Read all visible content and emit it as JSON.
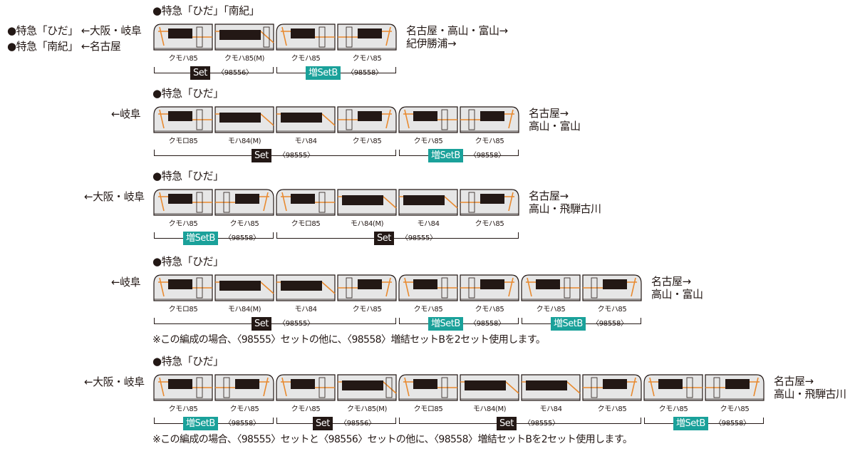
{
  "colors": {
    "orange": "#e8892e",
    "body": "#e6e6e6",
    "window": "#231815",
    "setBadge": "#231815",
    "addBadge": "#1aa19a"
  },
  "top_legend": {
    "line1": "●特急「ひだ」 ←大阪・岐阜",
    "line2": "●特急「南紀」 ←名古屋"
  },
  "rows": [
    {
      "title": "●特急「ひだ」「南紀」",
      "left_dir": "",
      "right_dest": [
        "名古屋・高山・富山→",
        "紀伊勝浦→"
      ],
      "cars": [
        {
          "type": "cab-left",
          "name": "クモハ85"
        },
        {
          "type": "mid-right",
          "name": "クモハ85(M)"
        },
        {
          "type": "cab-left",
          "name": "クモハ85"
        },
        {
          "type": "cab-right",
          "name": "クモハ85"
        }
      ],
      "sets": [
        {
          "label": "Set",
          "kind": "set",
          "code": "〈98556〉"
        },
        {
          "label": "増SetB",
          "kind": "add",
          "code": "〈98558〉"
        }
      ],
      "note": ""
    },
    {
      "title": "●特急「ひだ」",
      "left_dir": "←岐阜",
      "right_dest": [
        "名古屋→",
        "高山・富山"
      ],
      "cars": [
        {
          "type": "cab-left",
          "name": "クモロ85"
        },
        {
          "type": "mid",
          "name": "モハ84(M)"
        },
        {
          "type": "mid",
          "name": "モハ84"
        },
        {
          "type": "cab-right",
          "name": "クモハ85"
        },
        {
          "type": "cab-left",
          "name": "クモハ85"
        },
        {
          "type": "cab-right",
          "name": "クモハ85"
        }
      ],
      "sets": [
        {
          "label": "Set",
          "kind": "set",
          "code": "〈98555〉"
        },
        {
          "label": "増SetB",
          "kind": "add",
          "code": "〈98558〉"
        }
      ],
      "note": ""
    },
    {
      "title": "●特急「ひだ」",
      "left_dir": "←大阪・岐阜",
      "right_dest": [
        "名古屋→",
        "高山・飛騨古川"
      ],
      "cars": [
        {
          "type": "cab-left",
          "name": "クモハ85"
        },
        {
          "type": "cab-right",
          "name": "クモハ85"
        },
        {
          "type": "cab-left",
          "name": "クモロ85"
        },
        {
          "type": "mid",
          "name": "モハ84(M)"
        },
        {
          "type": "mid",
          "name": "モハ84"
        },
        {
          "type": "cab-right",
          "name": "クモハ85"
        }
      ],
      "sets": [
        {
          "label": "増SetB",
          "kind": "add",
          "code": "〈98558〉"
        },
        {
          "label": "Set",
          "kind": "set",
          "code": "〈98555〉"
        }
      ],
      "note": ""
    },
    {
      "title": "●特急「ひだ」",
      "left_dir": "←岐阜",
      "right_dest": [
        "名古屋→",
        "高山・富山"
      ],
      "cars": [
        {
          "type": "cab-left",
          "name": "クモロ85"
        },
        {
          "type": "mid",
          "name": "モハ84(M)"
        },
        {
          "type": "mid",
          "name": "モハ84"
        },
        {
          "type": "cab-right",
          "name": "クモハ85"
        },
        {
          "type": "cab-left",
          "name": "クモハ85"
        },
        {
          "type": "cab-right",
          "name": "クモハ85"
        },
        {
          "type": "cab-left",
          "name": "クモハ85"
        },
        {
          "type": "cab-right",
          "name": "クモハ85"
        }
      ],
      "sets": [
        {
          "label": "Set",
          "kind": "set",
          "code": "〈98555〉"
        },
        {
          "label": "増SetB",
          "kind": "add",
          "code": "〈98558〉"
        },
        {
          "label": "増SetB",
          "kind": "add",
          "code": "〈98558〉"
        }
      ],
      "note": "※この編成の場合、〈98555〉セットの他に、〈98558〉増結セットBを2セット使用します。"
    },
    {
      "title": "●特急「ひだ」",
      "left_dir": "←大阪・岐阜",
      "right_dest": [
        "名古屋→",
        "高山・飛騨古川"
      ],
      "cars": [
        {
          "type": "cab-left",
          "name": "クモハ85"
        },
        {
          "type": "cab-right",
          "name": "クモハ85"
        },
        {
          "type": "cab-left",
          "name": "クモハ85"
        },
        {
          "type": "mid-right",
          "name": "クモハ85(M)"
        },
        {
          "type": "cab-left",
          "name": "クモロ85"
        },
        {
          "type": "mid",
          "name": "モハ84(M)"
        },
        {
          "type": "mid",
          "name": "モハ84"
        },
        {
          "type": "cab-right",
          "name": "クモハ85"
        },
        {
          "type": "cab-left",
          "name": "クモハ85"
        },
        {
          "type": "cab-right",
          "name": "クモハ85"
        }
      ],
      "sets": [
        {
          "label": "増SetB",
          "kind": "add",
          "code": "〈98558〉"
        },
        {
          "label": "Set",
          "kind": "set",
          "code": "〈98556〉"
        },
        {
          "label": "Set",
          "kind": "set",
          "code": "〈98555〉"
        },
        {
          "label": "増SetB",
          "kind": "add",
          "code": "〈98558〉"
        }
      ],
      "note": "※この編成の場合、〈98555〉セットと〈98556〉セットの他に、〈98558〉増結セットBを2セット使用します。"
    }
  ]
}
